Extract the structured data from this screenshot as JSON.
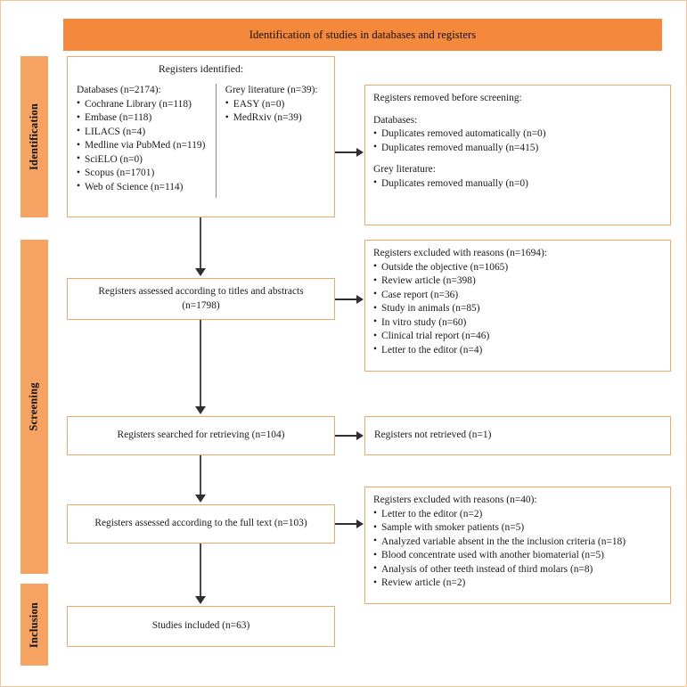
{
  "banner": {
    "title": "Identification of studies in databases and registers",
    "color": "#f4883c"
  },
  "phases": [
    {
      "label": "Identification"
    },
    {
      "label": "Screening"
    },
    {
      "label": "Inclusion"
    }
  ],
  "colors": {
    "phase_bar": "#f5a263",
    "box_border": "#f0a868",
    "arrow": "#2f2f2f",
    "page_border": "#f2c49a"
  },
  "boxes": {
    "identified": {
      "title": "Registers identified:",
      "left_heading": "Databases (n=2174):",
      "left_items": [
        "Cochrane Library (n=118)",
        "Embase (n=118)",
        "LILACS (n=4)",
        "Medline via PubMed (n=119)",
        "SciELO (n=0)",
        "Scopus (n=1701)",
        "Web of Science (n=114)"
      ],
      "right_heading": "Grey literature (n=39):",
      "right_items": [
        "EASY (n=0)",
        "MedRxiv (n=39)"
      ]
    },
    "removed_before_screening": {
      "heading": "Registers removed before screening:",
      "group1_heading": "Databases:",
      "group1_items": [
        "Duplicates removed automatically (n=0)",
        "Duplicates removed manually (n=415)"
      ],
      "group2_heading": "Grey literature:",
      "group2_items": [
        "Duplicates removed manually (n=0)"
      ]
    },
    "assessed_titles": {
      "line1": "Registers assessed according to titles and abstracts",
      "line2": "(n=1798)"
    },
    "excluded_titles": {
      "heading": "Registers excluded with reasons (n=1694):",
      "items": [
        "Outside the objective (n=1065)",
        "Review article (n=398)",
        "Case report (n=36)",
        "Study in animals (n=85)",
        "In vitro study (n=60)",
        "Clinical trial report (n=46)",
        "Letter to the editor (n=4)"
      ]
    },
    "searched_retrieving": {
      "text": "Registers searched for retrieving (n=104)"
    },
    "not_retrieved": {
      "text": "Registers not retrieved (n=1)"
    },
    "assessed_fulltext": {
      "text": "Registers assessed according to the full text (n=103)"
    },
    "excluded_fulltext": {
      "heading": "Registers excluded with reasons (n=40):",
      "items": [
        "Letter to the editor (n=2)",
        "Sample with smoker patients (n=5)",
        "Analyzed variable absent in the the inclusion criteria (n=18)",
        "Blood concentrate used with another biomaterial (n=5)",
        "Analysis of other teeth instead of third molars (n=8)",
        "Review article (n=2)"
      ]
    },
    "studies_included": {
      "text": "Studies included (n=63)"
    }
  }
}
